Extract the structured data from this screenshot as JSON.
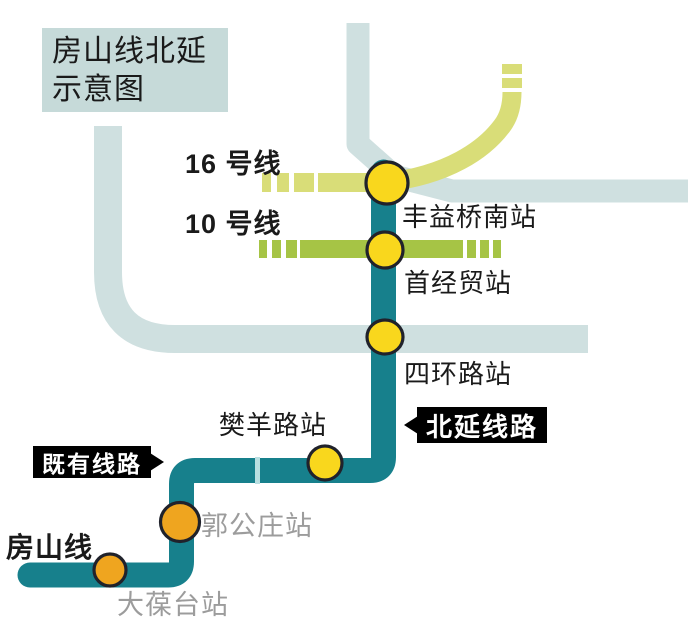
{
  "title": {
    "line1": "房山线北延",
    "line2": "示意图"
  },
  "legend": {
    "line16_label": "16 号线",
    "line10_label": "10 号线",
    "fangshan_label": "房山线"
  },
  "tags": {
    "north_extension": "北延线路",
    "existing_line": "既有线路"
  },
  "stations": [
    {
      "name": "丰益桥南站",
      "status": "extension"
    },
    {
      "name": "首经贸站",
      "status": "extension"
    },
    {
      "name": "四环路站",
      "status": "extension"
    },
    {
      "name": "樊羊路站",
      "status": "extension"
    },
    {
      "name": "郭公庄站",
      "status": "existing"
    },
    {
      "name": "大葆台站",
      "status": "existing"
    }
  ],
  "colors": {
    "teal": "#17808c",
    "pale": "#cfe0e0",
    "line16": "#d9dd78",
    "line10": "#a6c445",
    "station-new": "#f9d71d",
    "station-existing": "#efa51f",
    "station-outline": "#20222b",
    "tag-bg": "#000000",
    "tag-text": "#ffffff",
    "text-dark": "#1a1a1a",
    "text-gray": "#9c9c9c",
    "title-bg": "#c6dad9",
    "seam": "#b9dfe1"
  }
}
